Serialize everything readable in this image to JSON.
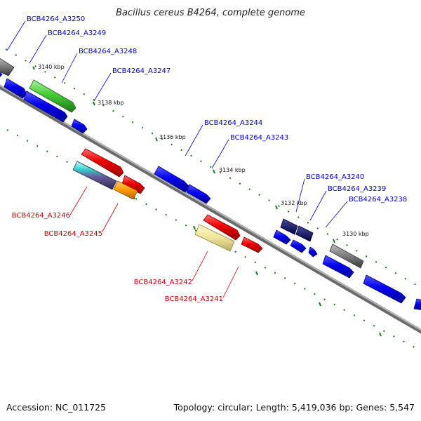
{
  "title": "Bacillus cereus B4264, complete genome",
  "footer": {
    "accession": "Accession: NC_011725",
    "summary": "Topology: circular; Length: 5,419,036 bp; Genes: 5,547"
  },
  "ticks": [
    "3140 kbp",
    "3138 kbp",
    "3136 kbp",
    "3134 kbp",
    "3132 kbp",
    "3130 kbp"
  ],
  "genes_plus": [
    "BCB4264_A3250",
    "BCB4264_A3249",
    "BCB4264_A3248",
    "BCB4264_A3247",
    "BCB4264_A3244",
    "BCB4264_A3243",
    "BCB4264_A3240",
    "BCB4264_A3239",
    "BCB4264_A3238"
  ],
  "genes_minus": [
    "BCB4264_A3246",
    "BCB4264_A3245",
    "BCB4264_A3242",
    "BCB4264_A3241"
  ],
  "colors": {
    "plus_label": "#0000cc",
    "minus_label": "#cc0000",
    "backbone": "#8a8a8a",
    "tick_dots": "#1a7a1a"
  }
}
